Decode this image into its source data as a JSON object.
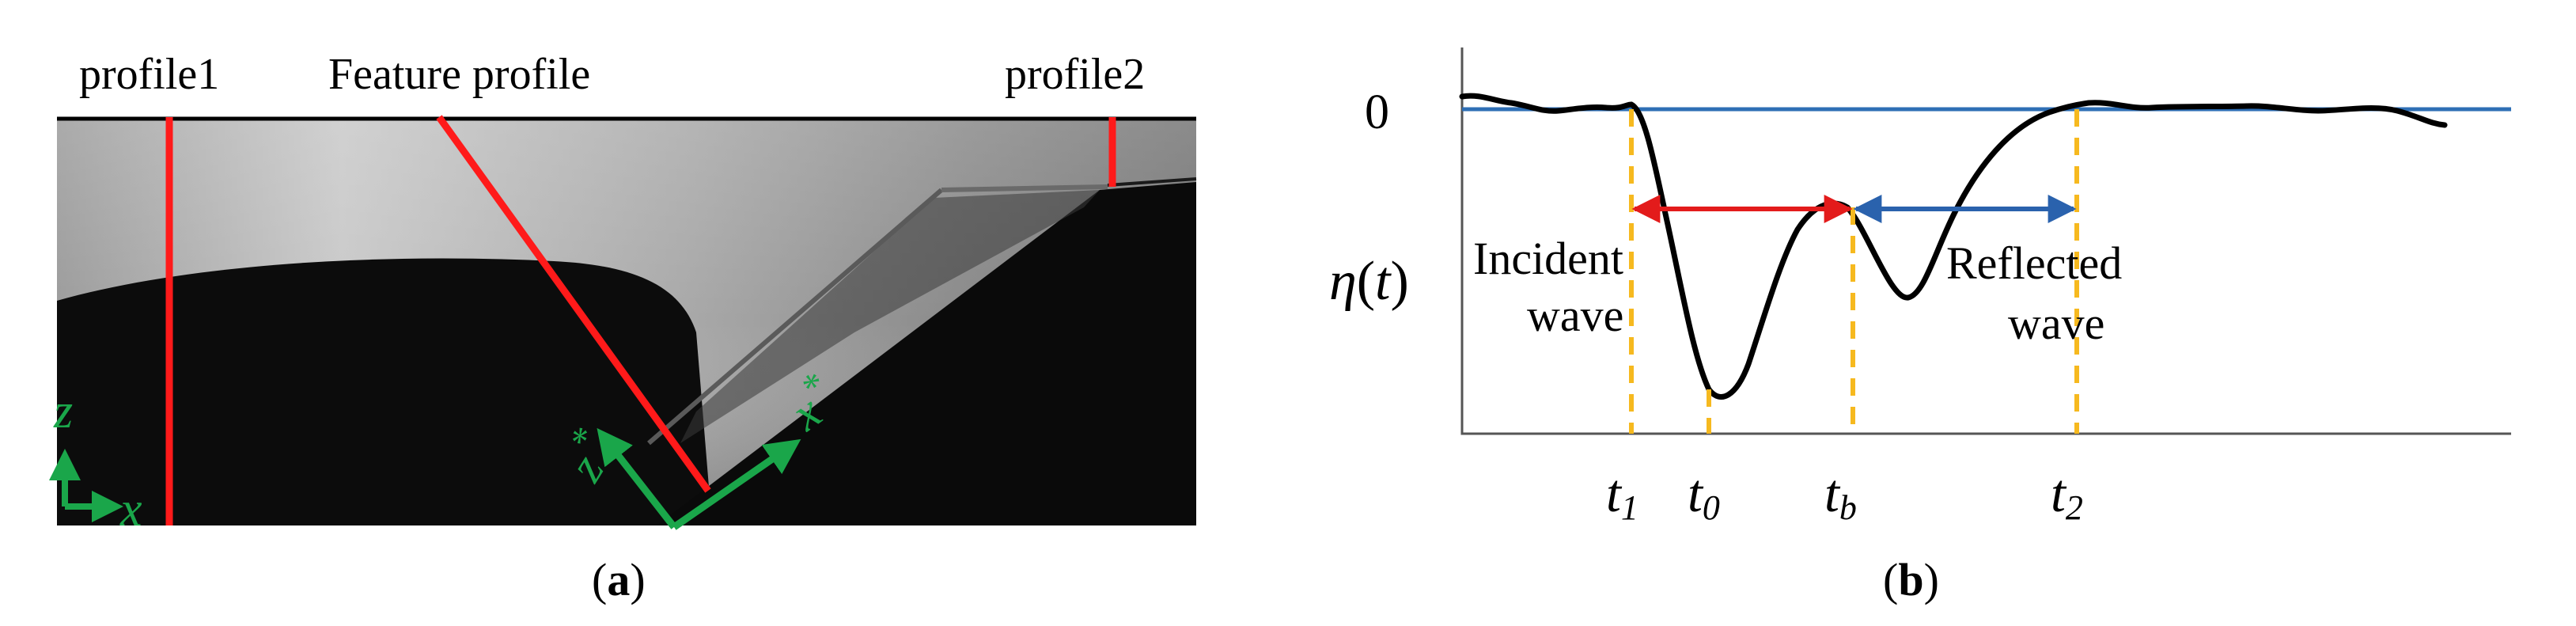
{
  "panel_a": {
    "labels": {
      "profile1": "profile1",
      "feature_profile": "Feature profile",
      "profile2": "profile2"
    },
    "axes_lab": {
      "z": "z",
      "x": "x"
    },
    "axes_rot": {
      "z": "z",
      "x": "x",
      "star": "*"
    },
    "caption": {
      "open": "(",
      "letter": "a",
      "close": ")"
    },
    "colors": {
      "profile_line": "#ff1a1a",
      "axes": "#1aa64a"
    }
  },
  "panel_b": {
    "zero_label": "0",
    "eta": {
      "sym": "η",
      "open": "(",
      "t": "t",
      "close": ")"
    },
    "incident": {
      "line1": "Incident",
      "line2": "wave"
    },
    "reflected": {
      "line1": "Reflected",
      "line2": "wave"
    },
    "ticks": [
      {
        "t": "t",
        "sub": "1"
      },
      {
        "t": "t",
        "sub": "0"
      },
      {
        "t": "t",
        "sub": "b"
      },
      {
        "t": "t",
        "sub": "2"
      }
    ],
    "caption": {
      "open": "(",
      "letter": "b",
      "close": ")"
    },
    "colors": {
      "zero_line": "#2f6fb5",
      "signal": "#000000",
      "dashed": "#f6b91f",
      "incident_arrow": "#e31b1b",
      "reflected_arrow": "#2a62ad"
    }
  }
}
